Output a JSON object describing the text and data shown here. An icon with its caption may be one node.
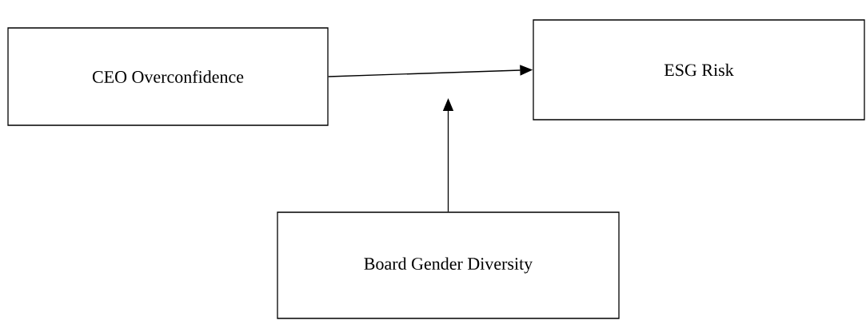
{
  "diagram": {
    "nodes": [
      {
        "text": [
          "CEO Overconfidence"
        ]
      },
      {
        "text": [
          "ESG Risk"
        ]
      },
      {
        "text": [
          "Board Gender Diversity"
        ]
      }
    ],
    "edges": [
      {
        "from": 0,
        "to": 1,
        "arrow": "to"
      },
      {
        "from": 2,
        "to": null,
        "arrow": "to"
      }
    ]
  }
}
